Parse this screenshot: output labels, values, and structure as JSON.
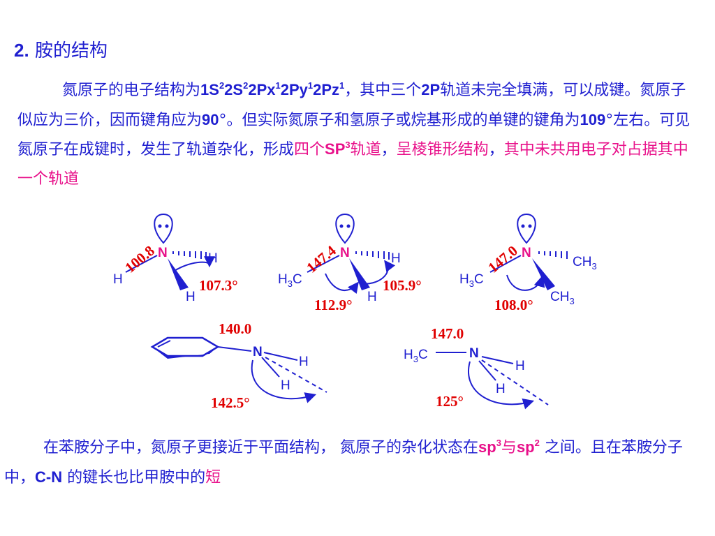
{
  "title": {
    "number": "2.",
    "text": "胺的结构"
  },
  "para1": {
    "t1": "氮原子的电子结构为",
    "cfg": {
      "p1": "1S",
      "s1": "2",
      "p2": "2S",
      "s2": "2",
      "p3": "2Px",
      "s3": "1",
      "p4": "2Py",
      "s4": "1",
      "p5": "2Pz",
      "s5": "1"
    },
    "t2": "，其中三个",
    "b2p": "2P",
    "t3": "轨道未完全填满，可以成键。氮原子似应为三价，因而键角应为",
    "b90": "90",
    "t4": "°。但实际氮原子和氢原子或烷基形成的单键的键角为",
    "b109": "109",
    "t5": "°左右。可见氮原子在成键时，发生了轨道杂化，形成",
    "m1": "四个",
    "mSP": "SP",
    "mSup": "3",
    "m2": "轨道",
    "t6": "，",
    "m3": "呈棱锥形结构",
    "t7": "，",
    "m4": "其中未共用电子对占据其中一个轨道"
  },
  "molecules": {
    "m1": {
      "n": "N",
      "h_right": "H",
      "h_left": "H",
      "h_bottom": "H",
      "bond": "100.8",
      "angle": "107.3°"
    },
    "m2": {
      "n": "N",
      "h_right": "H",
      "methyl": "H",
      "methyl_sub": "3",
      "methyl_c": "C",
      "h_bottom": "H",
      "bond": "147.4",
      "angle1": "105.9°",
      "angle2": "112.9°"
    },
    "m3": {
      "n": "N",
      "ch3_right": "CH",
      "ch3_right_sub": "3",
      "methyl": "H",
      "methyl_sub": "3",
      "methyl_c": "C",
      "ch3_bottom": "CH",
      "ch3_bottom_sub": "3",
      "bond": "147.0",
      "angle": "108.0°"
    },
    "m4": {
      "n": "N",
      "h1": "H",
      "h2": "H",
      "bond": "140.0",
      "angle": "142.5°"
    },
    "m5": {
      "n": "N",
      "methyl": "H",
      "methyl_sub": "3",
      "methyl_c": "C",
      "h1": "H",
      "h2": "H",
      "bond": "147.0",
      "angle": "125°"
    }
  },
  "para2": {
    "t1": "在苯胺分子中，氮原子更接近于平面结构， 氮原子的杂化状态在",
    "m_sp3": "sp",
    "m_sp3_sup": "3",
    "m_and": "与",
    "m_sp2": "sp",
    "m_sp2_sup": "2",
    "t2": " 之间。且在苯胺分子中，",
    "bCN": "C-N",
    "t3": " 的键长也比甲胺中的",
    "m_short": "短"
  },
  "colors": {
    "blue": "#1f1fd0",
    "magenta": "#e8108a",
    "red": "#e00000"
  }
}
